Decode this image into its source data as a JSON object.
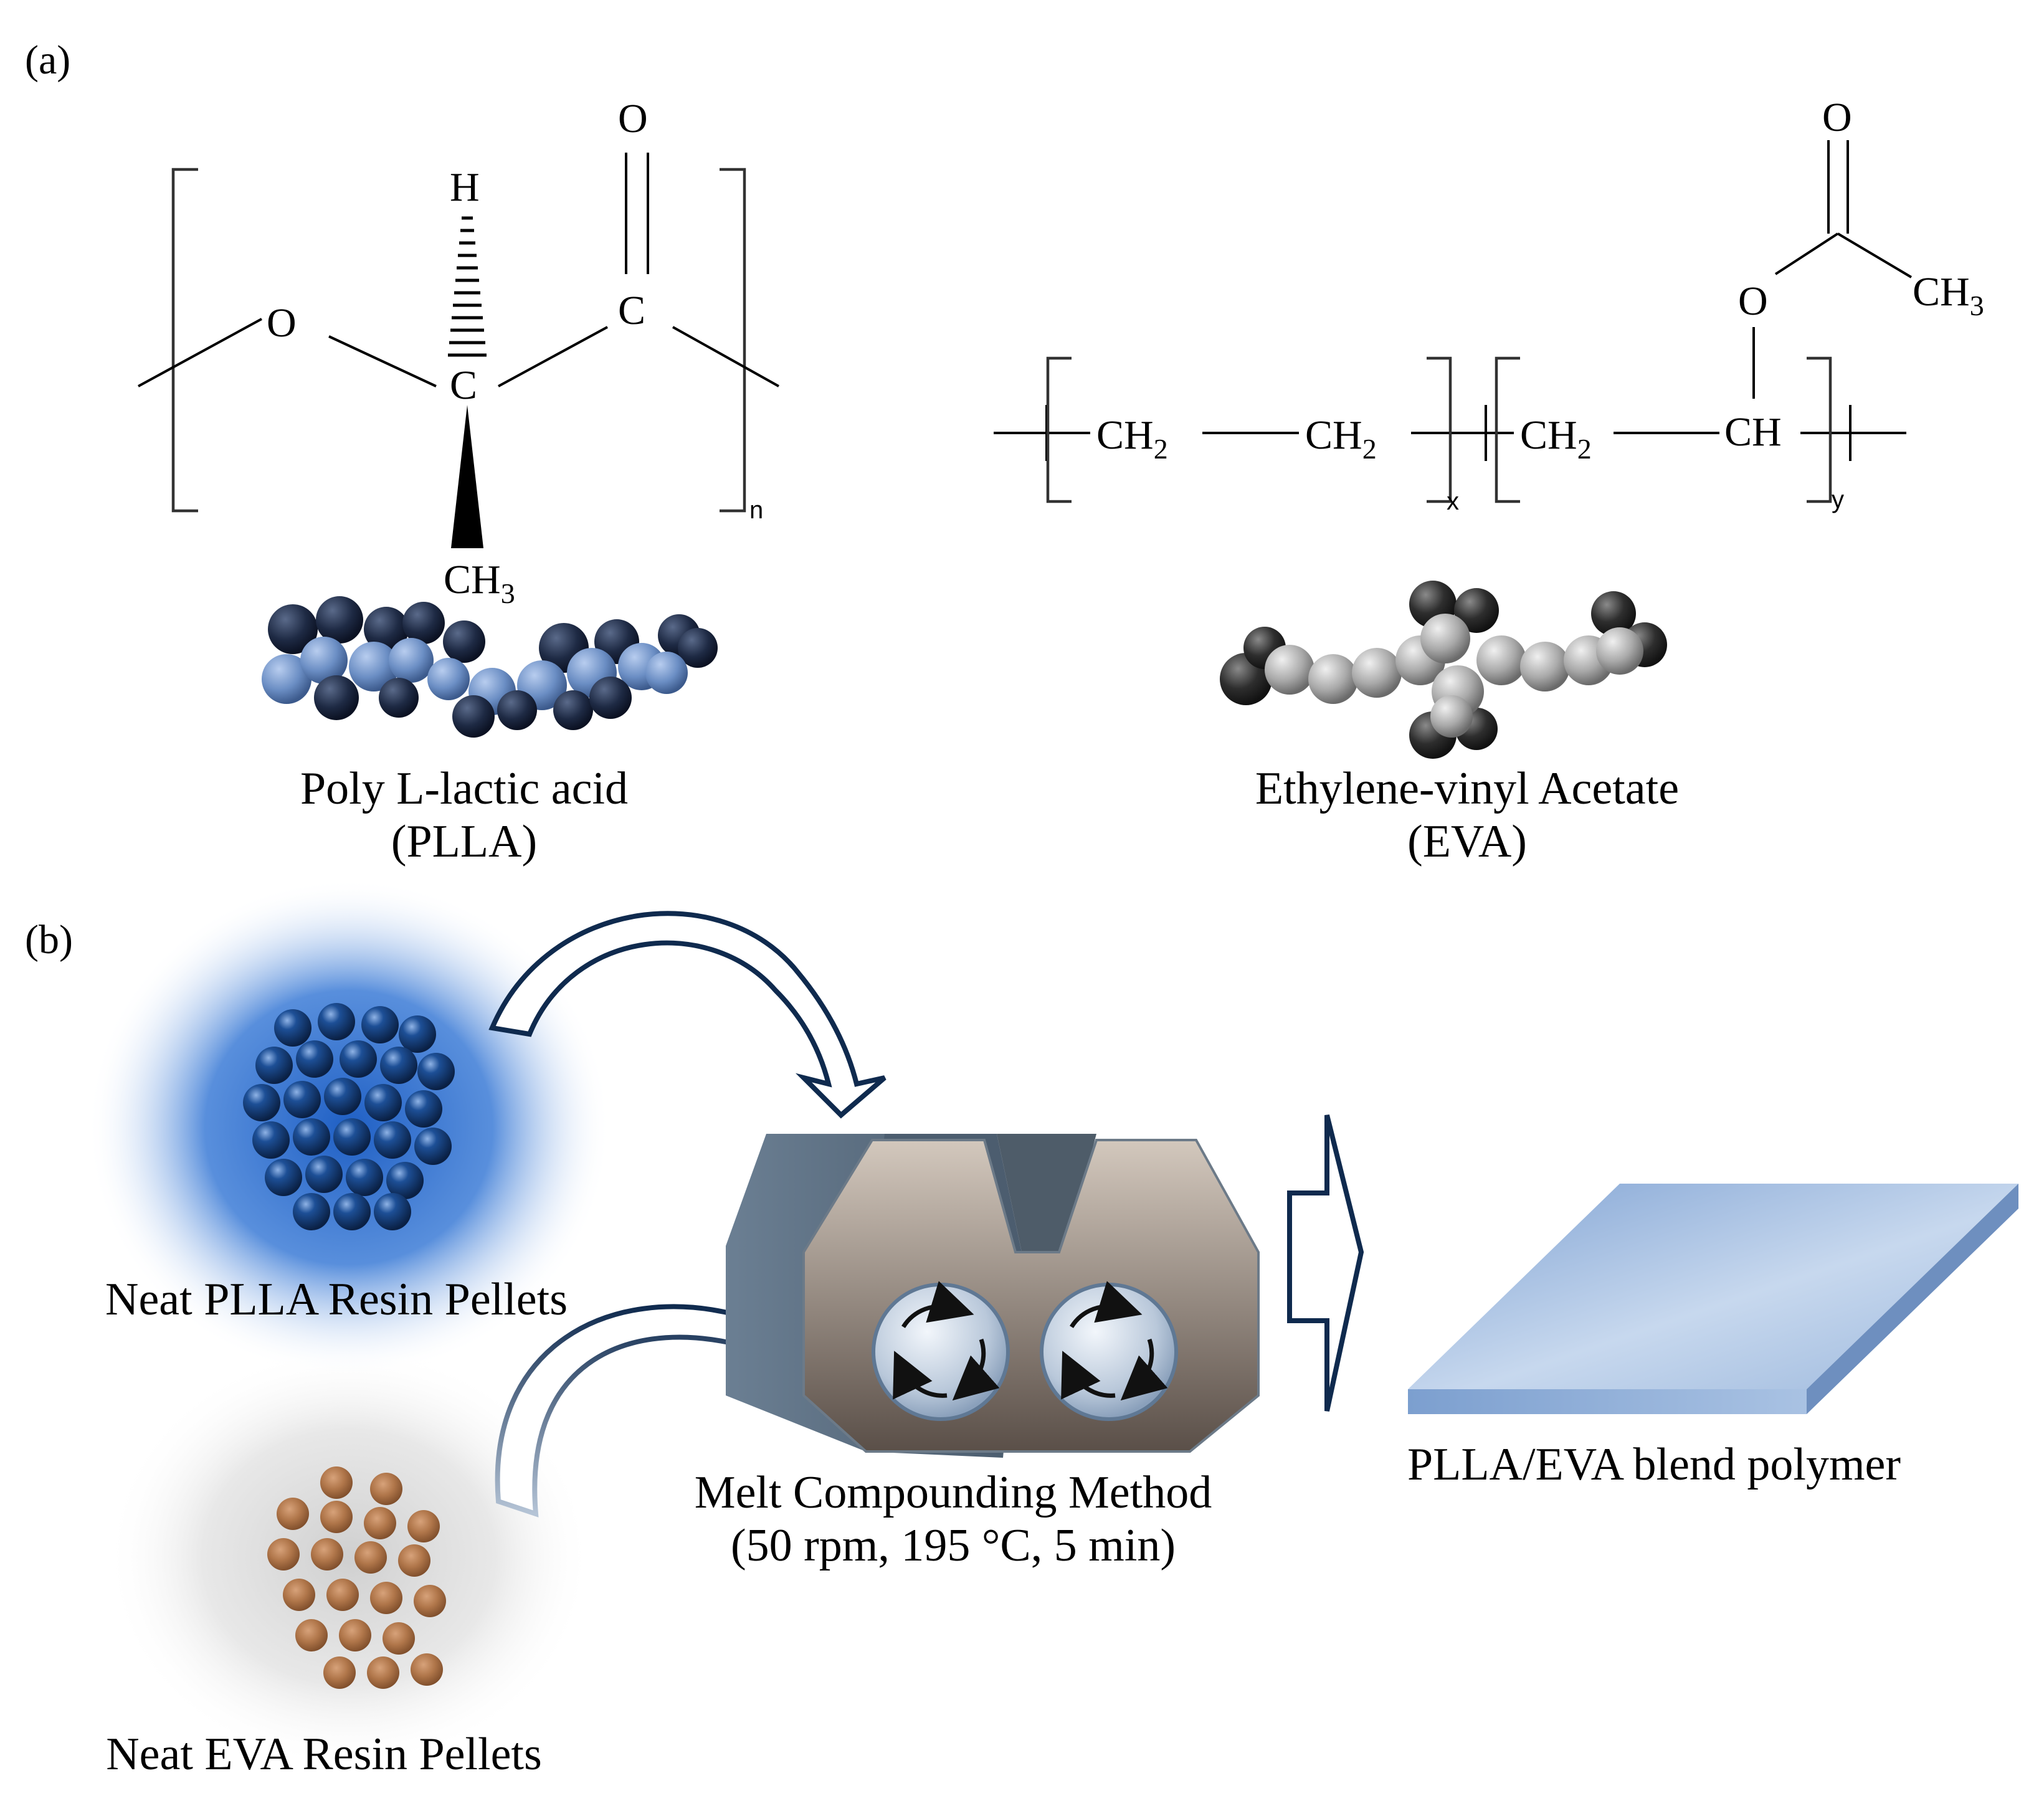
{
  "panels": {
    "a": "(a)",
    "b": "(b)"
  },
  "plla": {
    "atoms": {
      "O_carbonyl": "O",
      "H": "H",
      "C_alpha": "C",
      "C_carbonyl": "C",
      "O_ester": "O",
      "CH": "CH",
      "CH3_sub": "3"
    },
    "repeat_index": "n",
    "name": "Poly L-lactic acid",
    "abbr": "(PLLA)"
  },
  "eva": {
    "atoms": {
      "O_carbonyl": "O",
      "O_ester": "O",
      "CH3_top": "CH",
      "CH3_top_sub": "3",
      "CH2_1": "CH",
      "CH2_1_sub": "2",
      "CH2_2": "CH",
      "CH2_2_sub": "2",
      "CH2_3": "CH",
      "CH2_3_sub": "2",
      "CH": "CH"
    },
    "index_x": "x",
    "index_y": "y",
    "name": "Ethylene-vinyl Acetate",
    "abbr": "(EVA)"
  },
  "process": {
    "plla_label": "Neat PLLA Resin Pellets",
    "eva_label": "Neat EVA Resin Pellets",
    "method_label": "Melt Compounding Method",
    "conditions": "(50 rpm, 195 °C, 5 min)",
    "product_label": "PLLA/EVA blend polymer"
  },
  "colors": {
    "plla_dark": "#1e2a44",
    "plla_light": "#6b8ec4",
    "eva_gray": "#a9a9a9",
    "eva_dark": "#3a3a3a",
    "plla_pellet": "#1a4a8c",
    "eva_pellet": "#b0764a",
    "arrow_outline": "#0f2a4e",
    "compounder_body": "#6e6e6e",
    "slab": "#9bb7dc"
  }
}
